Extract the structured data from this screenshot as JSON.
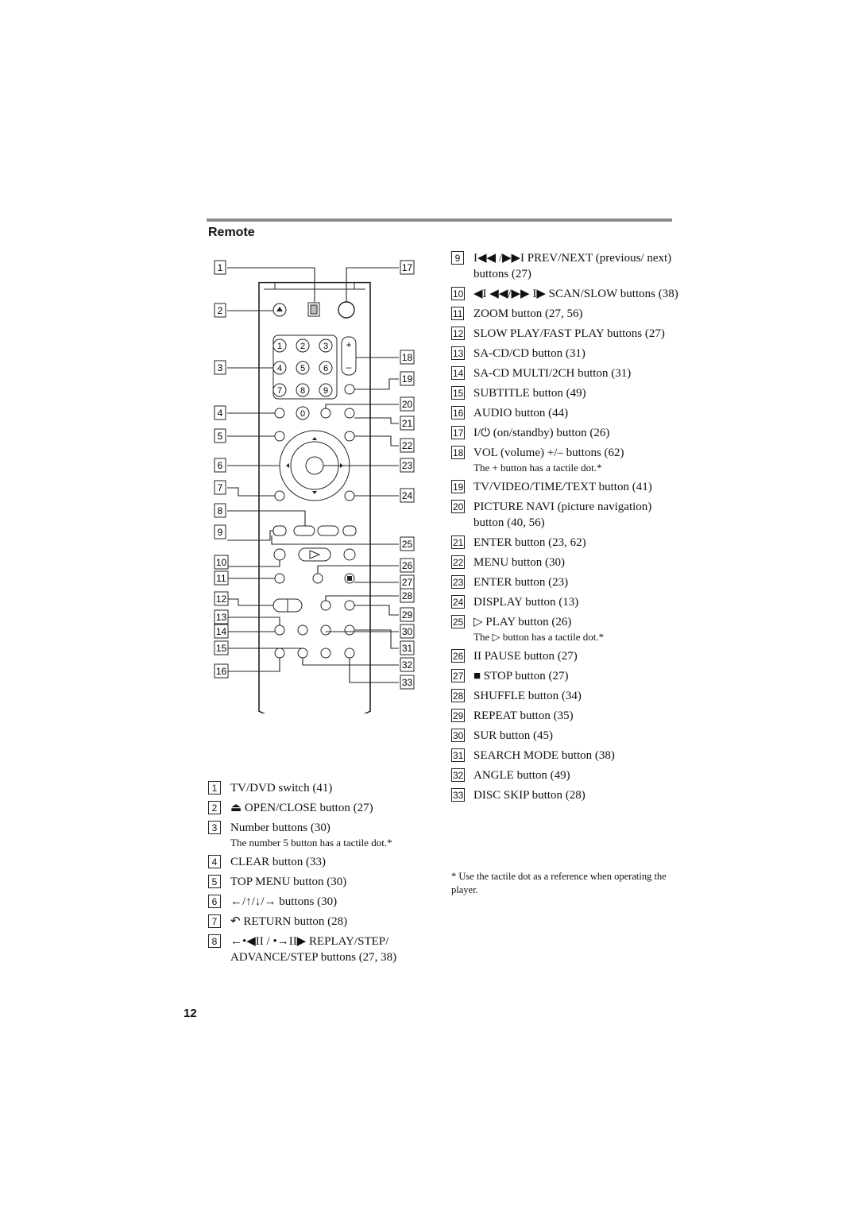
{
  "section": {
    "title": "Remote"
  },
  "page_number": "12",
  "callouts_left": [
    "1",
    "2",
    "3",
    "4",
    "5",
    "6",
    "7",
    "8",
    "9",
    "10",
    "11",
    "12",
    "13",
    "14",
    "15",
    "16"
  ],
  "callouts_right": [
    "17",
    "18",
    "19",
    "20",
    "21",
    "22",
    "23",
    "24",
    "25",
    "26",
    "27",
    "28",
    "29",
    "30",
    "31",
    "32",
    "33"
  ],
  "remote_keys": {
    "digits": [
      "1",
      "2",
      "3",
      "4",
      "5",
      "6",
      "7",
      "8",
      "9",
      "0"
    ],
    "vol_plus": "+",
    "vol_minus": "–"
  },
  "legend_left": [
    {
      "num": "1",
      "text": "TV/DVD switch (41)"
    },
    {
      "num": "2",
      "text": "⏏ OPEN/CLOSE button (27)"
    },
    {
      "num": "3",
      "text": "Number buttons (30)",
      "note": "The number 5 button has a tactile dot.*"
    },
    {
      "num": "4",
      "text": "CLEAR button (33)"
    },
    {
      "num": "5",
      "text": "TOP MENU button (30)"
    },
    {
      "num": "6",
      "text": "←/↑/↓/→ buttons (30)"
    },
    {
      "num": "7",
      "text": "↶ RETURN button (28)"
    },
    {
      "num": "8",
      "text": "←•◀II / •→II▶ REPLAY/STEP/ ADVANCE/STEP buttons (27, 38)"
    }
  ],
  "legend_right": [
    {
      "num": "9",
      "text": "I◀◀ /▶▶I PREV/NEXT (previous/ next) buttons (27)"
    },
    {
      "num": "10",
      "text": "◀I ◀◀/▶▶ I▶ SCAN/SLOW buttons (38)"
    },
    {
      "num": "11",
      "text": "ZOOM button (27, 56)"
    },
    {
      "num": "12",
      "text": "SLOW PLAY/FAST PLAY buttons (27)"
    },
    {
      "num": "13",
      "text": "SA-CD/CD button (31)"
    },
    {
      "num": "14",
      "text": "SA-CD MULTI/2CH button (31)"
    },
    {
      "num": "15",
      "text": "SUBTITLE button (49)"
    },
    {
      "num": "16",
      "text": "AUDIO button (44)"
    },
    {
      "num": "17",
      "text": "I/⏻ (on/standby) button (26)"
    },
    {
      "num": "18",
      "text": "VOL (volume) +/– buttons (62)",
      "note": "The + button has a tactile dot.*"
    },
    {
      "num": "19",
      "text": "TV/VIDEO/TIME/TEXT button (41)"
    },
    {
      "num": "20",
      "text": "PICTURE NAVI (picture navigation) button (40, 56)"
    },
    {
      "num": "21",
      "text": "ENTER button (23, 62)"
    },
    {
      "num": "22",
      "text": "MENU button (30)"
    },
    {
      "num": "23",
      "text": "ENTER button (23)"
    },
    {
      "num": "24",
      "text": "DISPLAY button (13)"
    },
    {
      "num": "25",
      "text": "▷ PLAY button (26)",
      "note": "The ▷ button has a tactile dot.*"
    },
    {
      "num": "26",
      "text": "II PAUSE button (27)"
    },
    {
      "num": "27",
      "text": "■ STOP button (27)"
    },
    {
      "num": "28",
      "text": "SHUFFLE button (34)"
    },
    {
      "num": "29",
      "text": "REPEAT button (35)"
    },
    {
      "num": "30",
      "text": "SUR button (45)"
    },
    {
      "num": "31",
      "text": "SEARCH MODE button (38)"
    },
    {
      "num": "32",
      "text": "ANGLE button (49)"
    },
    {
      "num": "33",
      "text": "DISC SKIP button (28)"
    }
  ],
  "footnote": "* Use the tactile dot as a reference when operating the player."
}
